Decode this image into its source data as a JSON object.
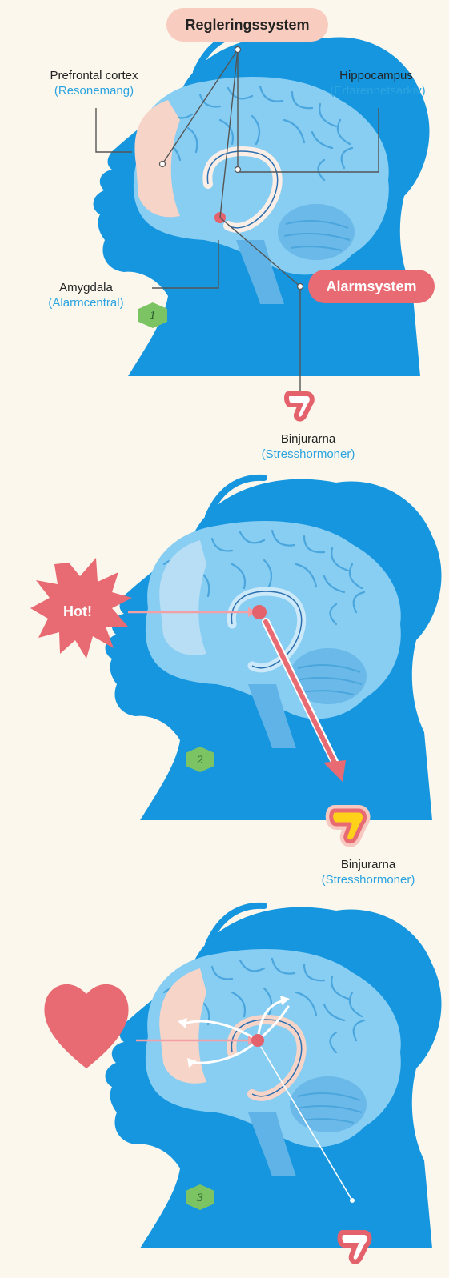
{
  "colors": {
    "background": "#fbf7ec",
    "head": "#1596df",
    "brain": "#88cdf2",
    "prefrontal": "#f6d4c8",
    "amygdala": "#e4626c",
    "alarm": "#e86a72",
    "regulation": "#f8cdbf",
    "label_blue": "#2aa3e0",
    "step_hexagon": "#7cc463"
  },
  "panel1": {
    "regulation_pill": "Regleringssystem",
    "alarm_pill": "Alarmsystem",
    "prefrontal": {
      "label": "Prefrontal cortex",
      "sub": "(Resonemang)"
    },
    "hippocampus": {
      "label": "Hippocampus",
      "sub": "(Erfarenhetsarkiv)"
    },
    "amygdala": {
      "label": "Amygdala",
      "sub": "(Alarmcentral)"
    },
    "adrenals": {
      "label": "Binjurarna",
      "sub": "(Stresshormoner)"
    },
    "step": "1"
  },
  "panel2": {
    "burst_text": "Hot!",
    "adrenals": {
      "label": "Binjurarna",
      "sub": "(Stresshormoner)"
    },
    "step": "2"
  },
  "panel3": {
    "heart_icon": "heart-icon",
    "step": "3"
  }
}
